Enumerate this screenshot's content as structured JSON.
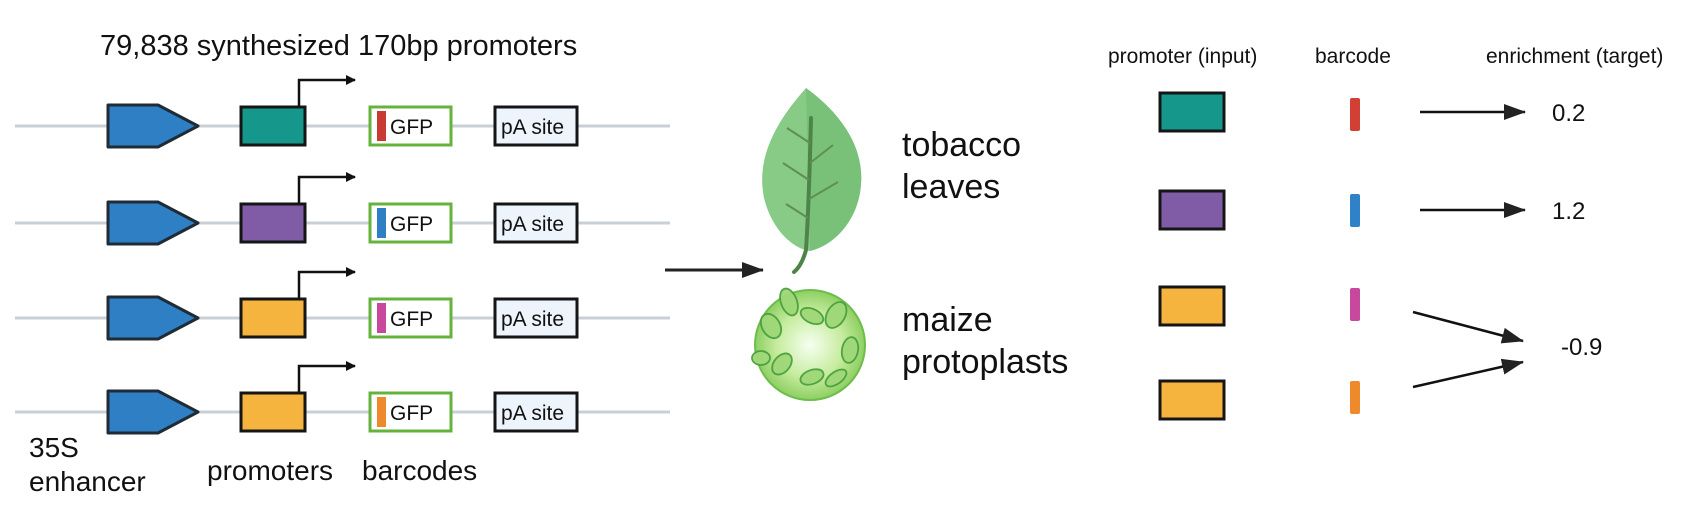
{
  "figure": {
    "title": "79,838 synthesized 170bp promoters",
    "labels": {
      "enhancer": [
        "35S",
        "enhancer"
      ],
      "promoters": "promoters",
      "barcodes": "barcodes",
      "gfp": "GFP",
      "pa_site": "pA site"
    },
    "samples": {
      "tobacco": [
        "tobacco",
        "leaves"
      ],
      "maize": [
        "maize",
        "protoplasts"
      ]
    },
    "table_headers": {
      "input": "promoter (input)",
      "barcode": "barcode",
      "target": "enrichment (target)"
    },
    "constructs": [
      {
        "promoter_color": "#15978c",
        "barcode_color": "#c93a34"
      },
      {
        "promoter_color": "#7f5ca5",
        "barcode_color": "#2f7fc5"
      },
      {
        "promoter_color": "#f4b43e",
        "barcode_color": "#c8489e"
      },
      {
        "promoter_color": "#f4b43e",
        "barcode_color": "#ee8a2c"
      }
    ],
    "rows": [
      {
        "promoter_color": "#15978c",
        "barcode_color": "#d13f35",
        "value": "0.2"
      },
      {
        "promoter_color": "#7f5ca5",
        "barcode_color": "#2f82c8",
        "value": "1.2"
      },
      {
        "promoter_color": "#f4b43e",
        "barcode_color": "#c8489e",
        "value": "-0.9"
      },
      {
        "promoter_color": "#f4b43e",
        "barcode_color": "#ee8a2c",
        "value": ""
      }
    ],
    "colors": {
      "enhancer": "#2f7fc5",
      "gfp_border": "#65b33d",
      "pa_fill": "#edf4fb",
      "leaf": "#82c881",
      "leaf_dark": "#5fa85f",
      "cell": "#a8dd7c",
      "cell_dark": "#5caf45"
    }
  }
}
